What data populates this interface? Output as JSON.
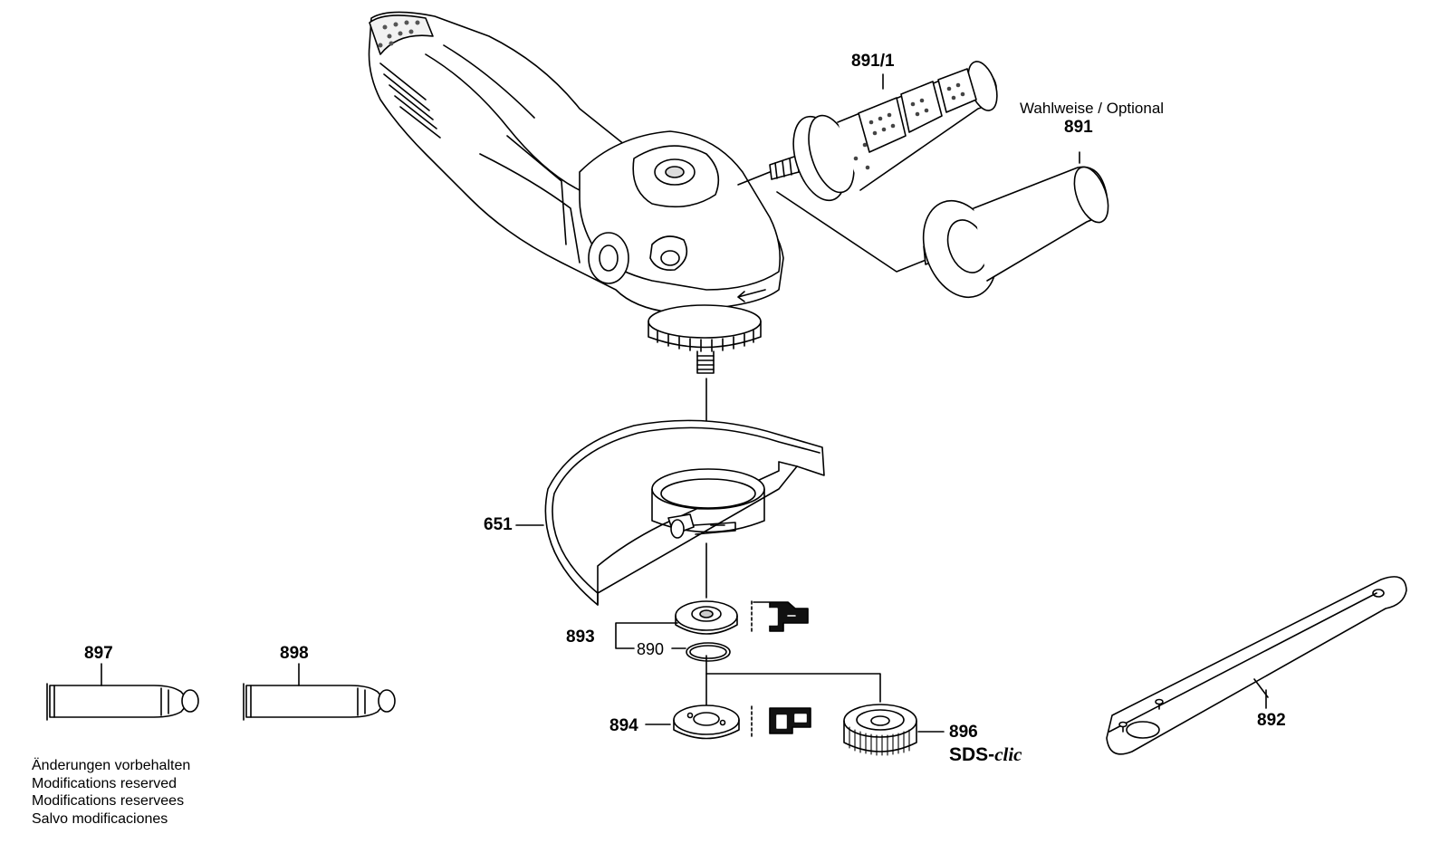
{
  "parts": {
    "p891_1": "891/1",
    "optional_note": "Wahlweise / Optional",
    "p891": "891",
    "p651": "651",
    "p893": "893",
    "p890": "890",
    "p894": "894",
    "p896": "896",
    "sds_prefix": "SDS-",
    "sds_suffix": "clic",
    "p892": "892",
    "p897": "897",
    "p898": "898"
  },
  "notes": [
    "Änderungen vorbehalten",
    "Modifications reserved",
    "Modifications reservees",
    "Salvo modificaciones"
  ],
  "colors": {
    "line": "#000000",
    "fill": "#ffffff",
    "shade": "#d9d9d9",
    "dark": "#222222"
  }
}
